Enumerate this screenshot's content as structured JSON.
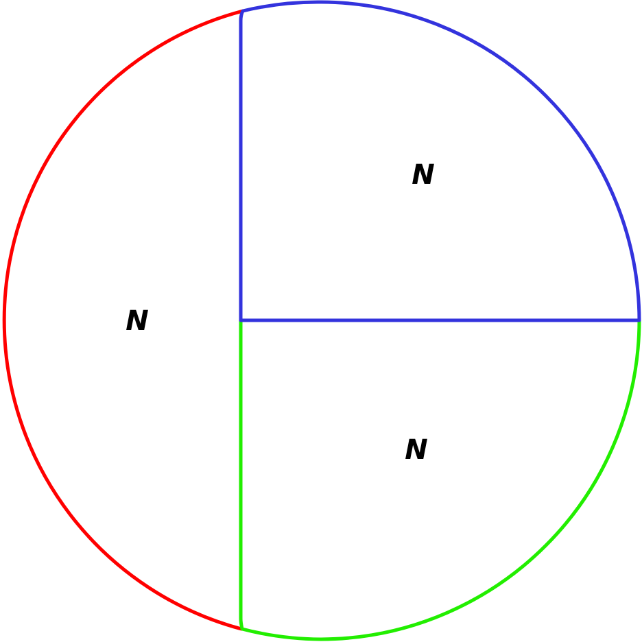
{
  "diagram": {
    "regions": [
      {
        "id": "left",
        "label": "N",
        "color": "#ff0000"
      },
      {
        "id": "top-right",
        "label": "N",
        "color": "#3333dd"
      },
      {
        "id": "bottom-right",
        "label": "N",
        "color": "#22ee00"
      }
    ]
  }
}
